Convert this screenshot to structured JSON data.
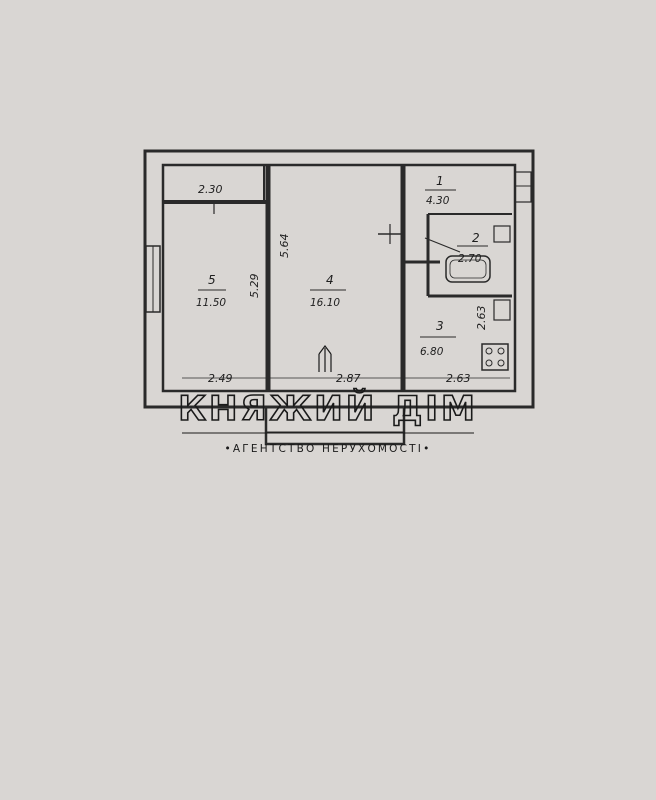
{
  "plan": {
    "rooms": [
      {
        "id": "room-1",
        "number": "1",
        "area": "4.30"
      },
      {
        "id": "room-2",
        "number": "2",
        "area": "2.70"
      },
      {
        "id": "room-3",
        "number": "3",
        "area": "6.80"
      },
      {
        "id": "room-4",
        "number": "4",
        "area": "16.10"
      },
      {
        "id": "room-5",
        "number": "5",
        "area": "11.50"
      }
    ],
    "closet_dim": "2.30",
    "dims": {
      "bottom_left": "2.49",
      "bottom_mid": "2.87",
      "bottom_right": "2.63",
      "depth_room5": "5.29",
      "depth_room4": "5.64",
      "depth_room3": "2.63"
    }
  },
  "watermark": {
    "title": "КНЯЖИЙ ДІМ",
    "subtitle": "•АГЕНТСТВО НЕРУХОМОСТІ•"
  }
}
